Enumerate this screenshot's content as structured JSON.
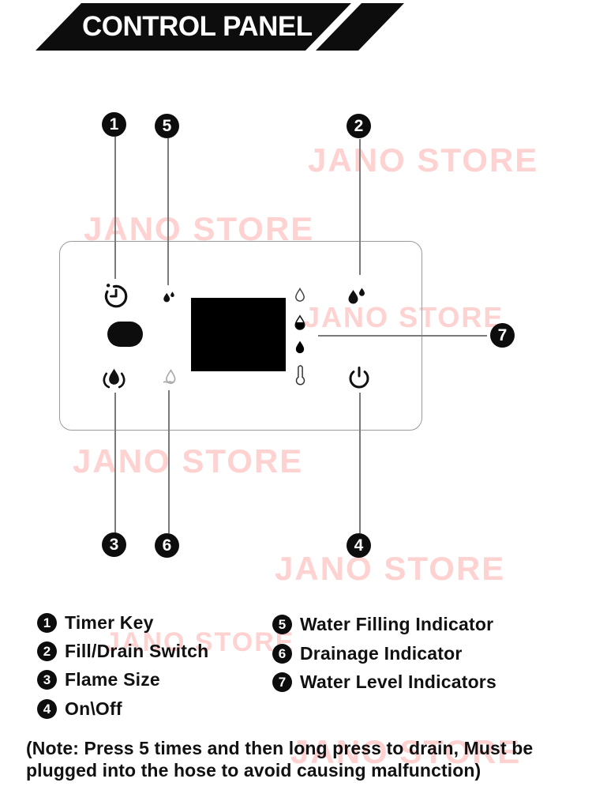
{
  "header": {
    "title": "CONTROL PANEL"
  },
  "watermark": {
    "text": "JANO STORE",
    "color": "#ffd2d2"
  },
  "callouts": {
    "c1": "1",
    "c2": "2",
    "c3": "3",
    "c4": "4",
    "c5": "5",
    "c6": "6",
    "c7": "7"
  },
  "panel": {
    "display": "blank-lcd-screen",
    "icons": {
      "timer": "timer-clock-icon",
      "water_filling": "small-water-drop-icon",
      "mode_button": "black-pill-button",
      "flame": "flame-icon",
      "drainage": "drain-drop-icon",
      "water_level_empty": "water-drop-outline-icon",
      "water_level_half": "water-drop-half-filled-icon",
      "water_level_full": "water-drop-filled-icon",
      "temperature": "thermometer-icon",
      "fill_drain": "double-water-drop-icon",
      "on_off": "power-icon"
    }
  },
  "legend": {
    "left": [
      {
        "num": "1",
        "label": "Timer Key"
      },
      {
        "num": "2",
        "label": "Fill/Drain Switch"
      },
      {
        "num": "3",
        "label": "Flame Size"
      },
      {
        "num": "4",
        "label": "On\\Off"
      }
    ],
    "right": [
      {
        "num": "5",
        "label": "Water Filling Indicator"
      },
      {
        "num": "6",
        "label": "Drainage Indicator"
      },
      {
        "num": "7",
        "label": "Water Level Indicators"
      }
    ]
  },
  "note": "(Note: Press 5 times and then long press to drain, Must be plugged into the hose to avoid causing malfunction)"
}
